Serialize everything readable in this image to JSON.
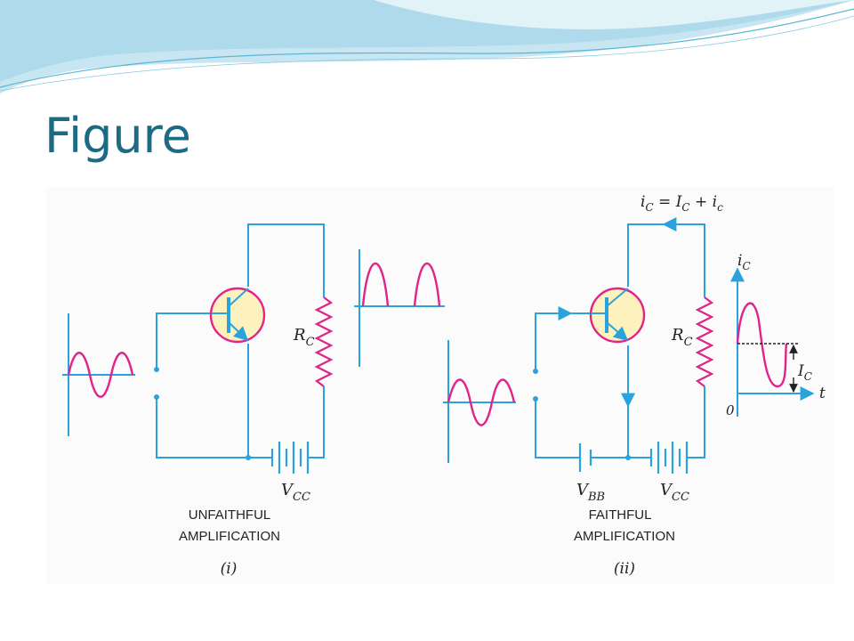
{
  "slide": {
    "title": "Figure"
  },
  "figure": {
    "colors": {
      "wire": "#2aa3dc",
      "resistor": "#e0248a",
      "transistor_fill": "#fdf1bd",
      "transistor_ring": "#e0248a",
      "text": "#222222"
    },
    "left_circuit": {
      "caption_line1": "UNFAITHFUL",
      "caption_line2": "AMPLIFICATION",
      "sublabel": "(i)",
      "rc_main": "R",
      "rc_sub": "C",
      "vcc_main": "V",
      "vcc_sub": "CC"
    },
    "right_circuit": {
      "caption_line1": "FAITHFUL",
      "caption_line2": "AMPLIFICATION",
      "sublabel": "(ii)",
      "rc_main": "R",
      "rc_sub": "C",
      "vcc_main": "V",
      "vcc_sub": "CC",
      "vbb_main": "V",
      "vbb_sub": "BB",
      "current_eq": {
        "t1": "i",
        "t1s": "C",
        "eq": " = ",
        "t2": "I",
        "t2s": "C",
        "plus": " + ",
        "t3": "i",
        "t3s": "c"
      }
    },
    "current_graph": {
      "y_main": "i",
      "y_sub": "C",
      "x_label": "t",
      "origin": "0",
      "dc_main": "I",
      "dc_sub": "C"
    }
  }
}
